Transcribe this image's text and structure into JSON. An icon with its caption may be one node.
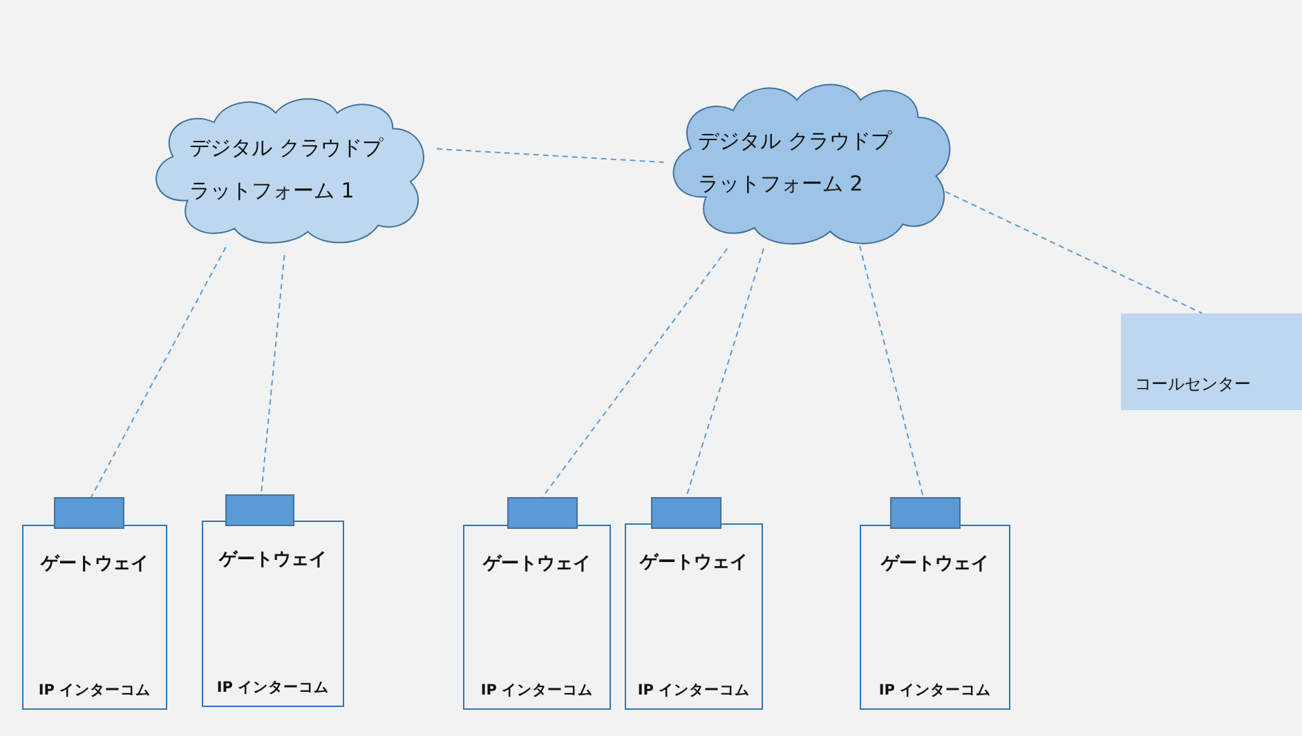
{
  "diagram": {
    "nodes": [
      {
        "text": [
          "デジタル クラウドプラットフォーム 1"
        ]
      },
      {
        "text": [
          "デジタル クラウドプラットフォーム 2"
        ]
      },
      {
        "text": [
          "コールセンター"
        ]
      },
      {
        "text": [],
        "shape": "box"
      },
      {
        "text": [
          "ゲートウェイ",
          "IP インターコム"
        ]
      },
      {
        "text": [],
        "shape": "box"
      },
      {
        "text": [
          "ゲートウェイ",
          "IP インターコム"
        ]
      },
      {
        "text": [],
        "shape": "box"
      },
      {
        "text": [
          "ゲートウェイ",
          "IP インターコム"
        ]
      },
      {
        "text": [],
        "shape": "box"
      },
      {
        "text": [
          "ゲートウェイ",
          "IP インターコム"
        ]
      },
      {
        "text": [],
        "shape": "box"
      },
      {
        "text": [
          "ゲートウェイ",
          "IP インターコム"
        ]
      }
    ],
    "edges": [
      {
        "from": 0,
        "to": 1,
        "arrow": "none",
        "style": "dashed"
      },
      {
        "from": 1,
        "to": 2,
        "arrow": "none",
        "style": "dashed"
      },
      {
        "from": 0,
        "to": 3,
        "arrow": "none",
        "style": "dashed"
      },
      {
        "from": 0,
        "to": 5,
        "arrow": "none",
        "style": "dashed"
      },
      {
        "from": 1,
        "to": 7,
        "arrow": "none",
        "style": "dashed"
      },
      {
        "from": 1,
        "to": 9,
        "arrow": "none",
        "style": "dashed"
      },
      {
        "from": 1,
        "to": 11,
        "arrow": "none",
        "style": "dashed"
      }
    ]
  }
}
